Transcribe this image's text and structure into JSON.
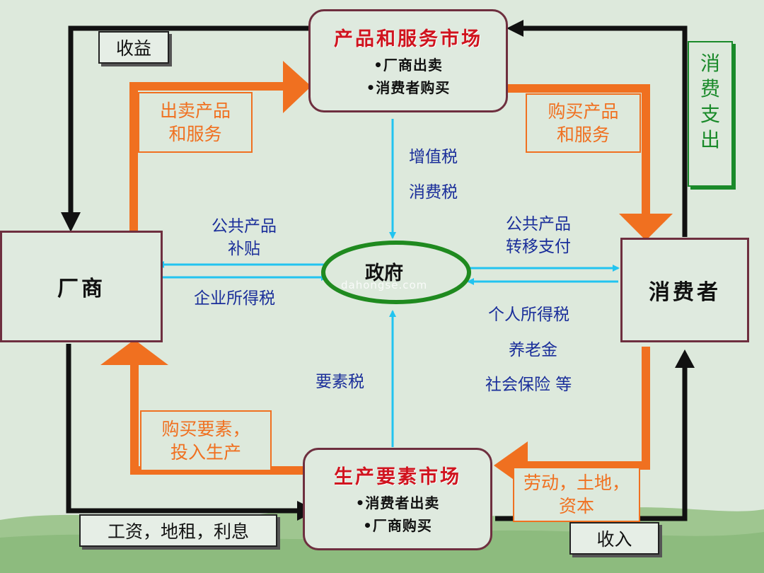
{
  "markets": {
    "product": {
      "title": "产品和服务市场",
      "items": [
        "•厂商出卖",
        "•消费者购买"
      ]
    },
    "factor": {
      "title": "生产要素市场",
      "items": [
        "•消费者出卖",
        "•厂商购买"
      ]
    }
  },
  "agents": {
    "firm": "厂商",
    "consumer": "消费者",
    "government": "政府"
  },
  "watermark": "dahongse.com",
  "flows": {
    "revenue": "收益",
    "consumption_spending": "消费支出",
    "wages": "工资，地租，利息",
    "income": "收入",
    "sell_products": [
      "出卖产品",
      "和服务"
    ],
    "buy_products": [
      "购买产品",
      "和服务"
    ],
    "buy_factors": [
      "购买要素，",
      "投入生产"
    ],
    "labor_land": [
      "劳动，土地，",
      "资本"
    ]
  },
  "taxes": {
    "vat": "增值税",
    "consumption_tax": "消费税",
    "factor_tax": "要素税",
    "public_goods_left": [
      "公共产品",
      "补贴"
    ],
    "corporate_tax": "企业所得税",
    "public_goods_right": [
      "公共产品",
      "转移支付"
    ],
    "personal": [
      "个人所得税",
      "养老金",
      "社会保险 等"
    ]
  },
  "colors": {
    "money_flow": "#111111",
    "goods_flow": "#f07020",
    "gov_flow": "#22c4f0",
    "consumption_box": "#1a8a2a",
    "node_border": "#6e2f3f",
    "market_title": "#d0141f",
    "gov_ellipse": "#1f8a1f"
  }
}
